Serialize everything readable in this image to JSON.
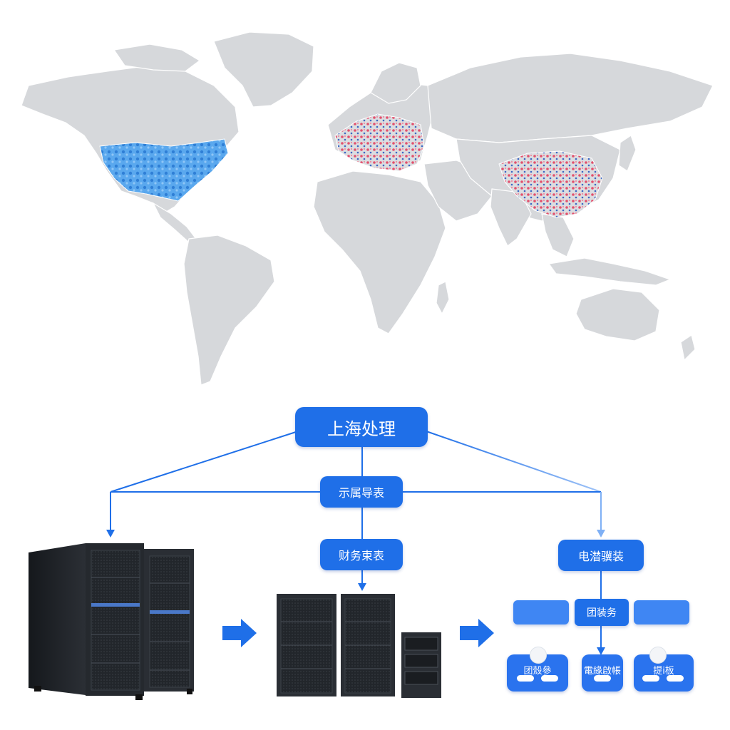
{
  "map": {
    "highlight_colors": {
      "north_america": "#3d8fe6",
      "europe": "#e0506e",
      "china": "#e0506e",
      "land": "#d6d8db"
    }
  },
  "diagram": {
    "top_node": "上海处理",
    "center_node": "示属导表",
    "mid_left_node": "财务束表",
    "mid_right_node": "电潜骥装",
    "center_sub_node": "团装务",
    "card_labels": [
      "团殼參",
      "電緣啟帳",
      "提i板"
    ],
    "colors": {
      "node": "#1f6fe8",
      "line": "#1f6fe8",
      "arrow": "#1f6fe8"
    }
  }
}
